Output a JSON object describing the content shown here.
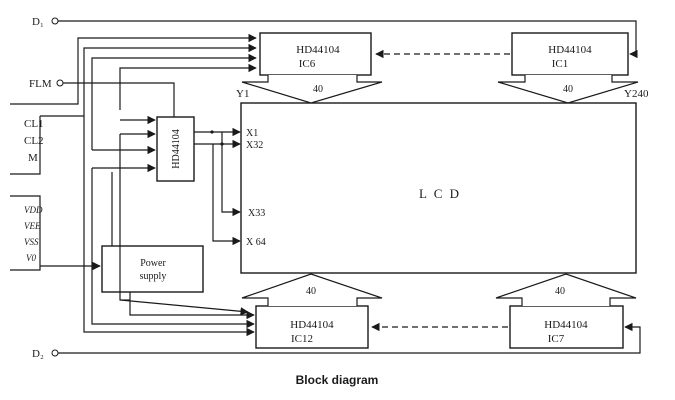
{
  "signals": {
    "d1": "D₁",
    "d2": "D₂",
    "flm": "FLM",
    "cl1": "CL1",
    "cl2": "CL2",
    "m": "M",
    "vdd": "VDD",
    "vee": "VEE",
    "vss": "VSS",
    "v0": "V0"
  },
  "chips": {
    "ic6": {
      "part": "HD44104",
      "ref": "IC6"
    },
    "ic1": {
      "part": "HD44104",
      "ref": "IC1"
    },
    "ic12": {
      "part": "HD44104",
      "ref": "IC12"
    },
    "ic7": {
      "part": "HD44104",
      "ref": "IC7"
    },
    "row_driver": {
      "part": "HD44104"
    }
  },
  "power_supply": {
    "line1": "Power",
    "line2": "supply"
  },
  "lcd": {
    "label": "L C D",
    "corner_left": "Y1",
    "corner_right": "Y240",
    "rows": [
      "X1",
      "X32",
      "X33",
      "X 64"
    ]
  },
  "buses": {
    "top_left": "40",
    "top_right": "40",
    "bottom_left": "40",
    "bottom_right": "40"
  },
  "caption": "Block diagram"
}
